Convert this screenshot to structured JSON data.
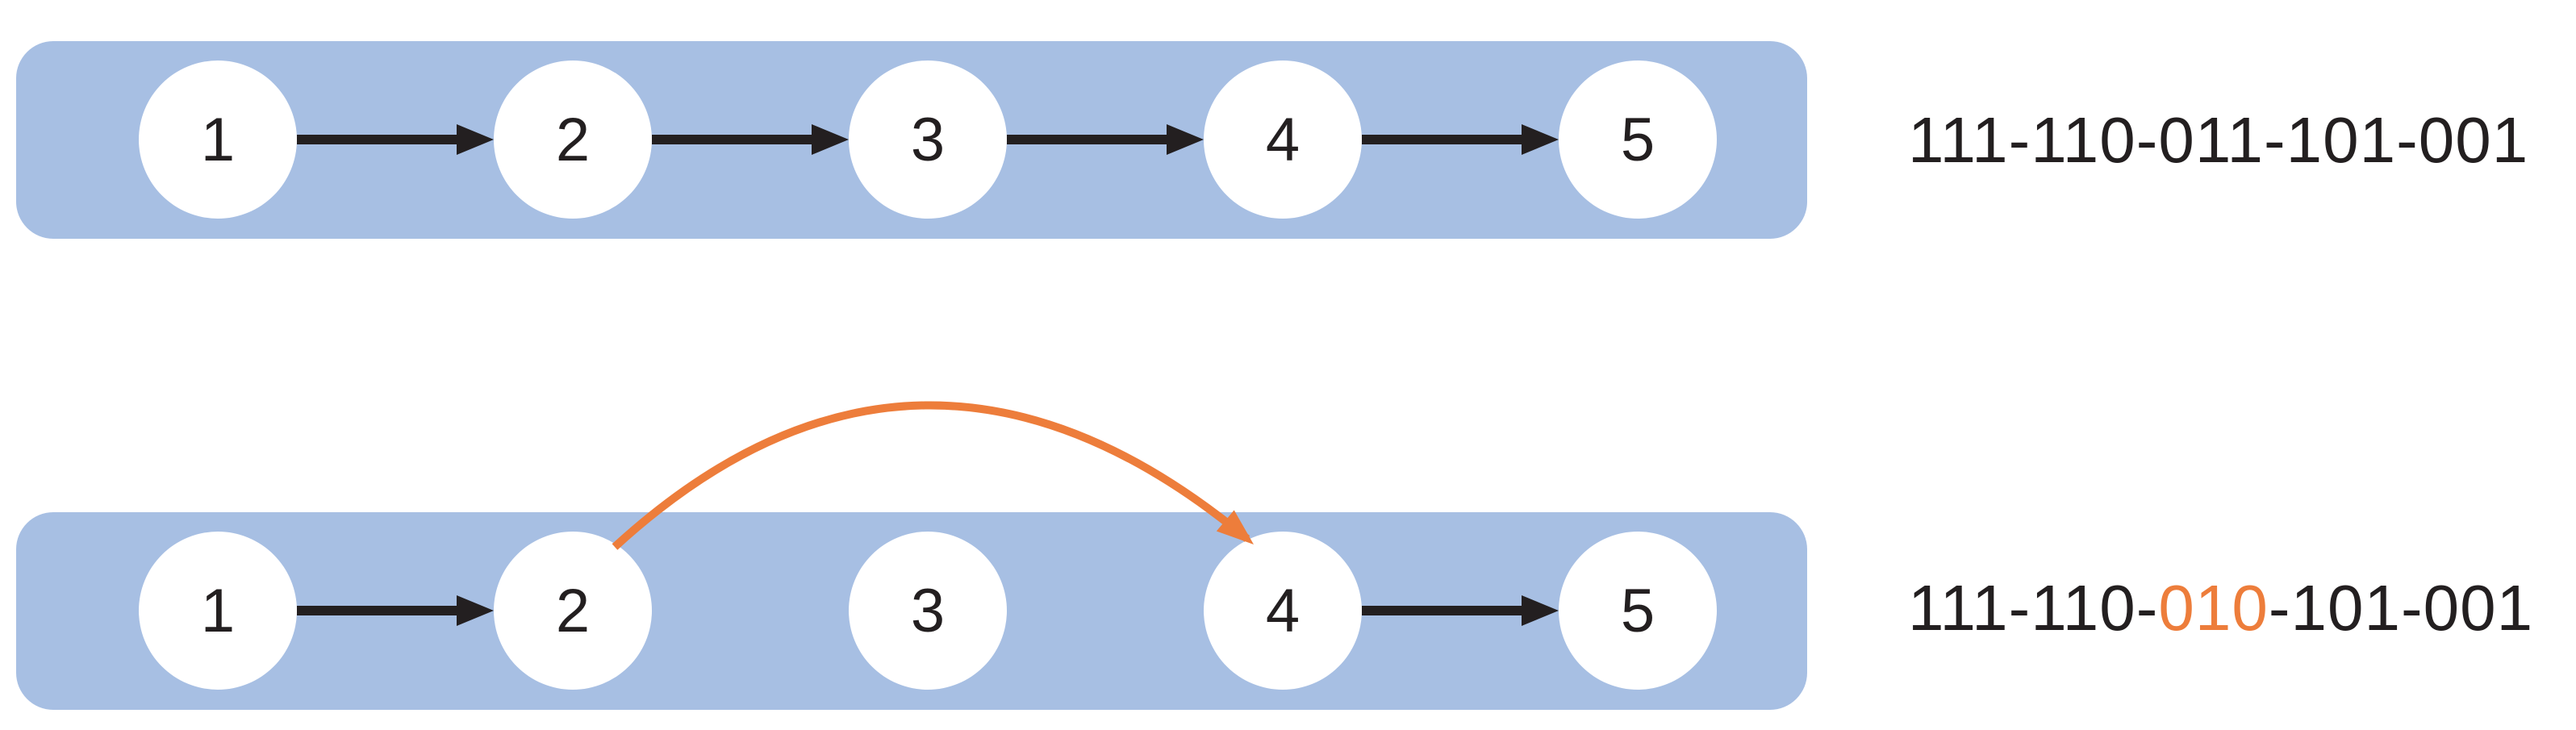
{
  "figure": {
    "colors": {
      "band_fill": "#A7BFE3",
      "node_fill": "#FFFFFF",
      "ink": "#231F20",
      "accent_orange": "#ED7D3B"
    },
    "rows": [
      {
        "nodes": [
          "1",
          "2",
          "3",
          "4",
          "5"
        ],
        "code": {
          "prefix": "111-110-011-101-001",
          "highlight": "",
          "suffix": ""
        }
      },
      {
        "nodes": [
          "1",
          "2",
          "3",
          "4",
          "5"
        ],
        "code": {
          "prefix": "111-110-",
          "highlight": "010",
          "suffix": "-101-001"
        }
      }
    ]
  }
}
